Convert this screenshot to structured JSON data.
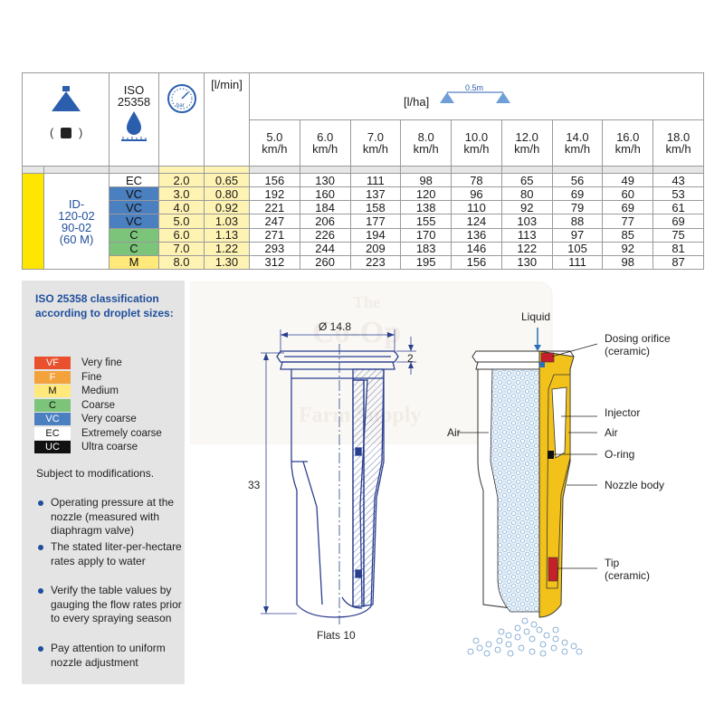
{
  "table": {
    "iso_header": "ISO\n25358",
    "lmin_header": "[l/min]",
    "lha_header": "[l/ha]",
    "spacing_label": "0.5m",
    "bar_label": "bar",
    "speeds": [
      "5.0\nkm/h",
      "6.0\nkm/h",
      "7.0\nkm/h",
      "8.0\nkm/h",
      "10.0\nkm/h",
      "12.0\nkm/h",
      "14.0\nkm/h",
      "16.0\nkm/h",
      "18.0\nkm/h"
    ],
    "model": "ID-\n120-02\n90-02\n(60 M)",
    "rows": [
      {
        "cls": "EC",
        "bar": "2.0",
        "lmin": "0.65",
        "lha": [
          "156",
          "130",
          "111",
          "98",
          "78",
          "65",
          "56",
          "49",
          "43"
        ]
      },
      {
        "cls": "VC",
        "bar": "3.0",
        "lmin": "0.80",
        "lha": [
          "192",
          "160",
          "137",
          "120",
          "96",
          "80",
          "69",
          "60",
          "53"
        ]
      },
      {
        "cls": "VC",
        "bar": "4.0",
        "lmin": "0.92",
        "lha": [
          "221",
          "184",
          "158",
          "138",
          "110",
          "92",
          "79",
          "69",
          "61"
        ]
      },
      {
        "cls": "VC",
        "bar": "5.0",
        "lmin": "1.03",
        "lha": [
          "247",
          "206",
          "177",
          "155",
          "124",
          "103",
          "88",
          "77",
          "69"
        ]
      },
      {
        "cls": "C",
        "bar": "6.0",
        "lmin": "1.13",
        "lha": [
          "271",
          "226",
          "194",
          "170",
          "136",
          "113",
          "97",
          "85",
          "75"
        ]
      },
      {
        "cls": "C",
        "bar": "7.0",
        "lmin": "1.22",
        "lha": [
          "293",
          "244",
          "209",
          "183",
          "146",
          "122",
          "105",
          "92",
          "81"
        ]
      },
      {
        "cls": "M",
        "bar": "8.0",
        "lmin": "1.30",
        "lha": [
          "312",
          "260",
          "223",
          "195",
          "156",
          "130",
          "111",
          "98",
          "87"
        ]
      }
    ]
  },
  "panel": {
    "title": "ISO 25358 classification according to droplet sizes:",
    "legend": [
      {
        "code": "VF",
        "label": "Very fine",
        "color": "#e8502e",
        "text": "#ffffff"
      },
      {
        "code": "F",
        "label": "Fine",
        "color": "#f4a23c",
        "text": "#ffffff"
      },
      {
        "code": "M",
        "label": "Medium",
        "color": "#ffe97a",
        "text": "#111111"
      },
      {
        "code": "C",
        "label": "Coarse",
        "color": "#7cc47a",
        "text": "#111111"
      },
      {
        "code": "VC",
        "label": "Very coarse",
        "color": "#4a7fc0",
        "text": "#ffffff"
      },
      {
        "code": "EC",
        "label": "Extremely coarse",
        "color": "#ffffff",
        "text": "#111111"
      },
      {
        "code": "UC",
        "label": "Ultra coarse",
        "color": "#111111",
        "text": "#ffffff"
      }
    ],
    "subject": "Subject to modifications.",
    "bullets": [
      "Operating pressure at the nozzle (measured with diaphragm valve)",
      "The stated liter-per-hectare rates apply to water",
      "Verify the table values by gauging the flow rates prior to every spraying season",
      "Pay attention to uniform nozzle adjustment"
    ]
  },
  "diagram": {
    "dim_width": "Ø 14.8",
    "dim_2": "2",
    "dim_height": "33",
    "flats": "Flats 10",
    "labels": {
      "liquid": "Liquid",
      "dosing": "Dosing orifice",
      "dosing_sub": "(ceramic)",
      "injector": "Injector",
      "air_right": "Air",
      "air_left": "Air",
      "oring": "O-ring",
      "body": "Nozzle body",
      "tip": "Tip",
      "tip_sub": "(ceramic)"
    },
    "watermark": [
      "The",
      "Co-Op",
      "Farm Supply"
    ]
  },
  "colors": {
    "brand_blue": "#1f4f9b",
    "drawing_blue": "#2a3f8f",
    "body_yellow": "#f2c21b",
    "ceramic_red": "#c8202b"
  }
}
